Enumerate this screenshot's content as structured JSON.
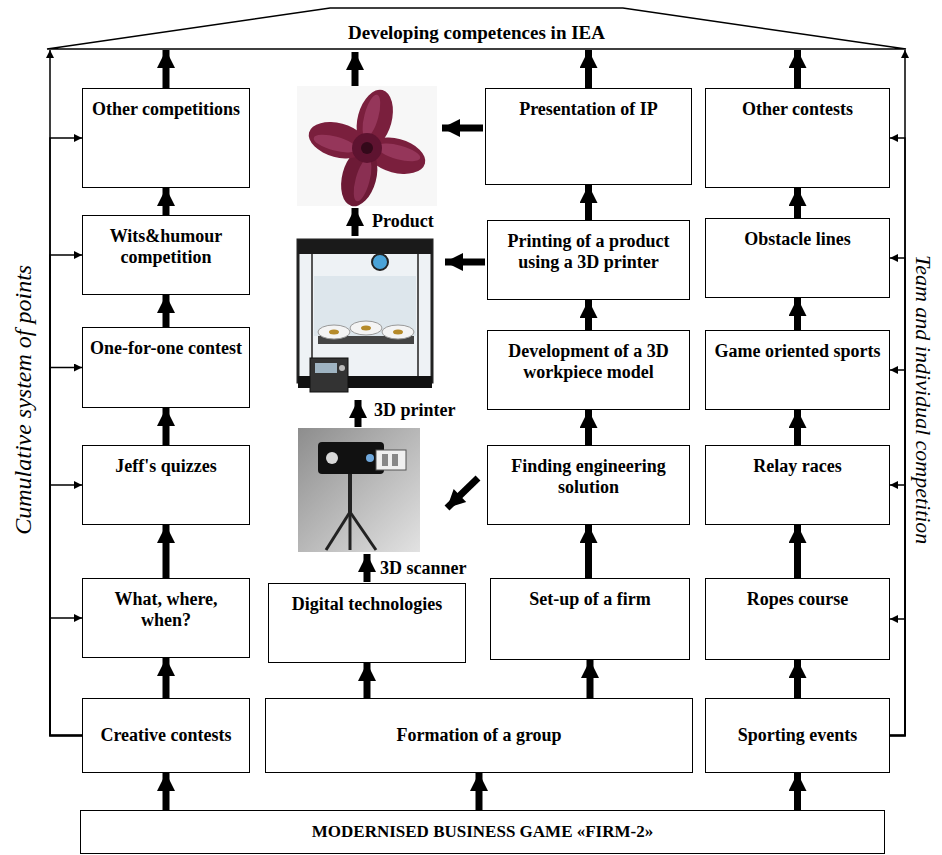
{
  "diagram": {
    "nodes": [
      {
        "text": [
          "Developing competences in IEA"
        ]
      },
      {
        "text": [
          "Other competitions"
        ]
      },
      {
        "text": [
          "Presentation of IP"
        ]
      },
      {
        "text": [
          "Other contests"
        ]
      },
      {
        "text": [
          "Wits&humour competition"
        ]
      },
      {
        "text": [
          "Printing of a product using a 3D printer"
        ]
      },
      {
        "text": [
          "Obstacle lines"
        ]
      },
      {
        "text": [
          "One-for-one contest"
        ]
      },
      {
        "text": [
          "Development of a 3D workpiece model"
        ]
      },
      {
        "text": [
          "Game oriented sports"
        ]
      },
      {
        "text": [
          "Jeff's quizzes"
        ]
      },
      {
        "text": [
          "Finding engineering solution"
        ]
      },
      {
        "text": [
          "Relay races"
        ]
      },
      {
        "text": [
          "What, where, when?"
        ]
      },
      {
        "text": [
          "Digital technologies"
        ]
      },
      {
        "text": [
          "Set-up of a firm"
        ]
      },
      {
        "text": [
          "Ropes course"
        ]
      },
      {
        "text": [
          "Creative contests"
        ]
      },
      {
        "text": [
          "Formation of a group"
        ]
      },
      {
        "text": [
          "Sporting events"
        ]
      },
      {
        "text": [
          "MODERNISED BUSINESS GAME «FIRM-2»"
        ]
      }
    ],
    "edges": [
      {
        "from": 20,
        "to": 17,
        "arrow": "to"
      },
      {
        "from": 20,
        "to": 18,
        "arrow": "to"
      },
      {
        "from": 20,
        "to": 19,
        "arrow": "to"
      },
      {
        "from": 17,
        "to": 13,
        "arrow": "to"
      },
      {
        "from": 13,
        "to": 10,
        "arrow": "to"
      },
      {
        "from": 10,
        "to": 7,
        "arrow": "to"
      },
      {
        "from": 7,
        "to": 4,
        "arrow": "to"
      },
      {
        "from": 4,
        "to": 1,
        "arrow": "to"
      },
      {
        "from": 1,
        "to": 0,
        "arrow": "to"
      },
      {
        "from": 18,
        "to": 14,
        "arrow": "to"
      },
      {
        "from": 18,
        "to": 15,
        "arrow": "to"
      },
      {
        "from": 15,
        "to": 11,
        "arrow": "to"
      },
      {
        "from": 11,
        "to": 8,
        "arrow": "to"
      },
      {
        "from": 8,
        "to": 5,
        "arrow": "to"
      },
      {
        "from": 5,
        "to": 2,
        "arrow": "to"
      },
      {
        "from": 2,
        "to": 0,
        "arrow": "to"
      },
      {
        "from": 19,
        "to": 16,
        "arrow": "to"
      },
      {
        "from": 16,
        "to": 12,
        "arrow": "to"
      },
      {
        "from": 12,
        "to": 9,
        "arrow": "to"
      },
      {
        "from": 9,
        "to": 6,
        "arrow": "to"
      },
      {
        "from": 6,
        "to": 3,
        "arrow": "to"
      },
      {
        "from": 3,
        "to": 0,
        "arrow": "to"
      },
      {
        "from": 17,
        "to": 13,
        "arrow": "to"
      },
      {
        "from": 17,
        "to": 10,
        "arrow": "to"
      },
      {
        "from": 17,
        "to": 7,
        "arrow": "to"
      },
      {
        "from": 17,
        "to": 4,
        "arrow": "to"
      },
      {
        "from": 17,
        "to": 1,
        "arrow": "to"
      },
      {
        "from": 17,
        "to": 0,
        "arrow": "to"
      },
      {
        "from": 19,
        "to": 16,
        "arrow": "to"
      },
      {
        "from": 19,
        "to": 12,
        "arrow": "to"
      },
      {
        "from": 19,
        "to": 9,
        "arrow": "to"
      },
      {
        "from": 19,
        "to": 6,
        "arrow": "to"
      },
      {
        "from": 19,
        "to": 3,
        "arrow": "to"
      },
      {
        "from": 19,
        "to": 0,
        "arrow": "to"
      }
    ],
    "labels": [
      "Product",
      "3D printer",
      "3D scanner",
      "Cumulative system of points",
      "Team and individual competition"
    ]
  }
}
